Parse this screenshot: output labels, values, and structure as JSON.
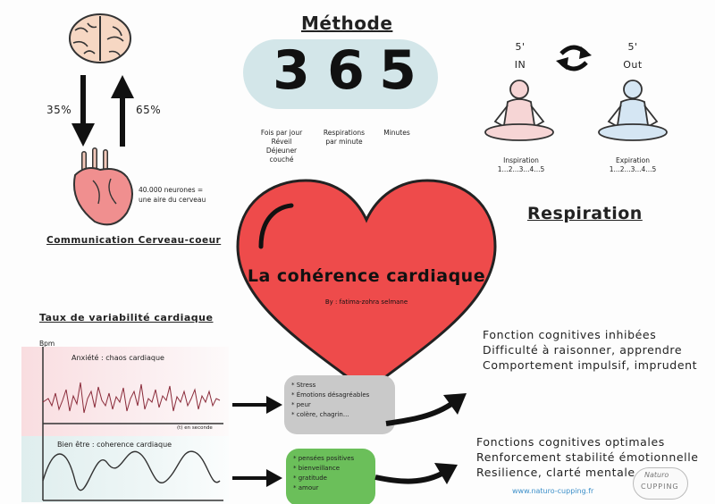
{
  "methode": {
    "title": "Méthode",
    "digits": [
      "3",
      "6",
      "5"
    ],
    "captions": {
      "fois": [
        "Fois par jour",
        "Réveil",
        "Déjeuner",
        "couché"
      ],
      "resp": [
        "Respirations",
        "par minute"
      ],
      "min": [
        "Minutes"
      ]
    }
  },
  "brain": {
    "left_pct": "35%",
    "right_pct": "65%",
    "neurones": [
      "40.000 neurones =",
      "une aire du cerveau"
    ],
    "caption": "Communication Cerveau-coeur"
  },
  "respiration": {
    "in_top": "5'",
    "in_label": "IN",
    "out_top": "5'",
    "out_label": "Out",
    "inspiration": [
      "Inspiration",
      "1...2...3...4...5"
    ],
    "expiration": [
      "Expiration",
      "1...2...3...4...5"
    ],
    "title": "Respiration"
  },
  "heart": {
    "title": "La cohérence cardiaque",
    "byline": "By : fatima-zohra selmane"
  },
  "hrv": {
    "title": "Taux de variabilité cardiaque",
    "bpm": "Bpm",
    "anxiety": "Anxiété : chaos cardiaque",
    "time": "(t) en seconde",
    "wellbeing": "Bien être : coherence cardiaque"
  },
  "stress_list": [
    "* Stress",
    "* Émotions désagréables",
    "* peur",
    "* colère, chagrin..."
  ],
  "positive_list": [
    "* pensées positives",
    "* bienveillance",
    "* gratitude",
    "* amour"
  ],
  "negative_effects": [
    "Fonction cognitives inhibées",
    "Difficulté à raisonner, apprendre",
    "Comportement impulsif, imprudent"
  ],
  "positive_effects": [
    "Fonctions cognitives optimales",
    "Renforcement stabilité émotionnelle",
    "Resilience, clarté mentale"
  ],
  "footer": {
    "url": "www.naturo-cupping.fr",
    "logo": [
      "Naturo",
      "CUPPING"
    ]
  },
  "colors": {
    "heart": "#ee4b4b",
    "stress_box": "#c9c9c9",
    "positive_box": "#6bbf5a",
    "teal_blob": "#d3e6e9",
    "url": "#3c8fc9"
  }
}
